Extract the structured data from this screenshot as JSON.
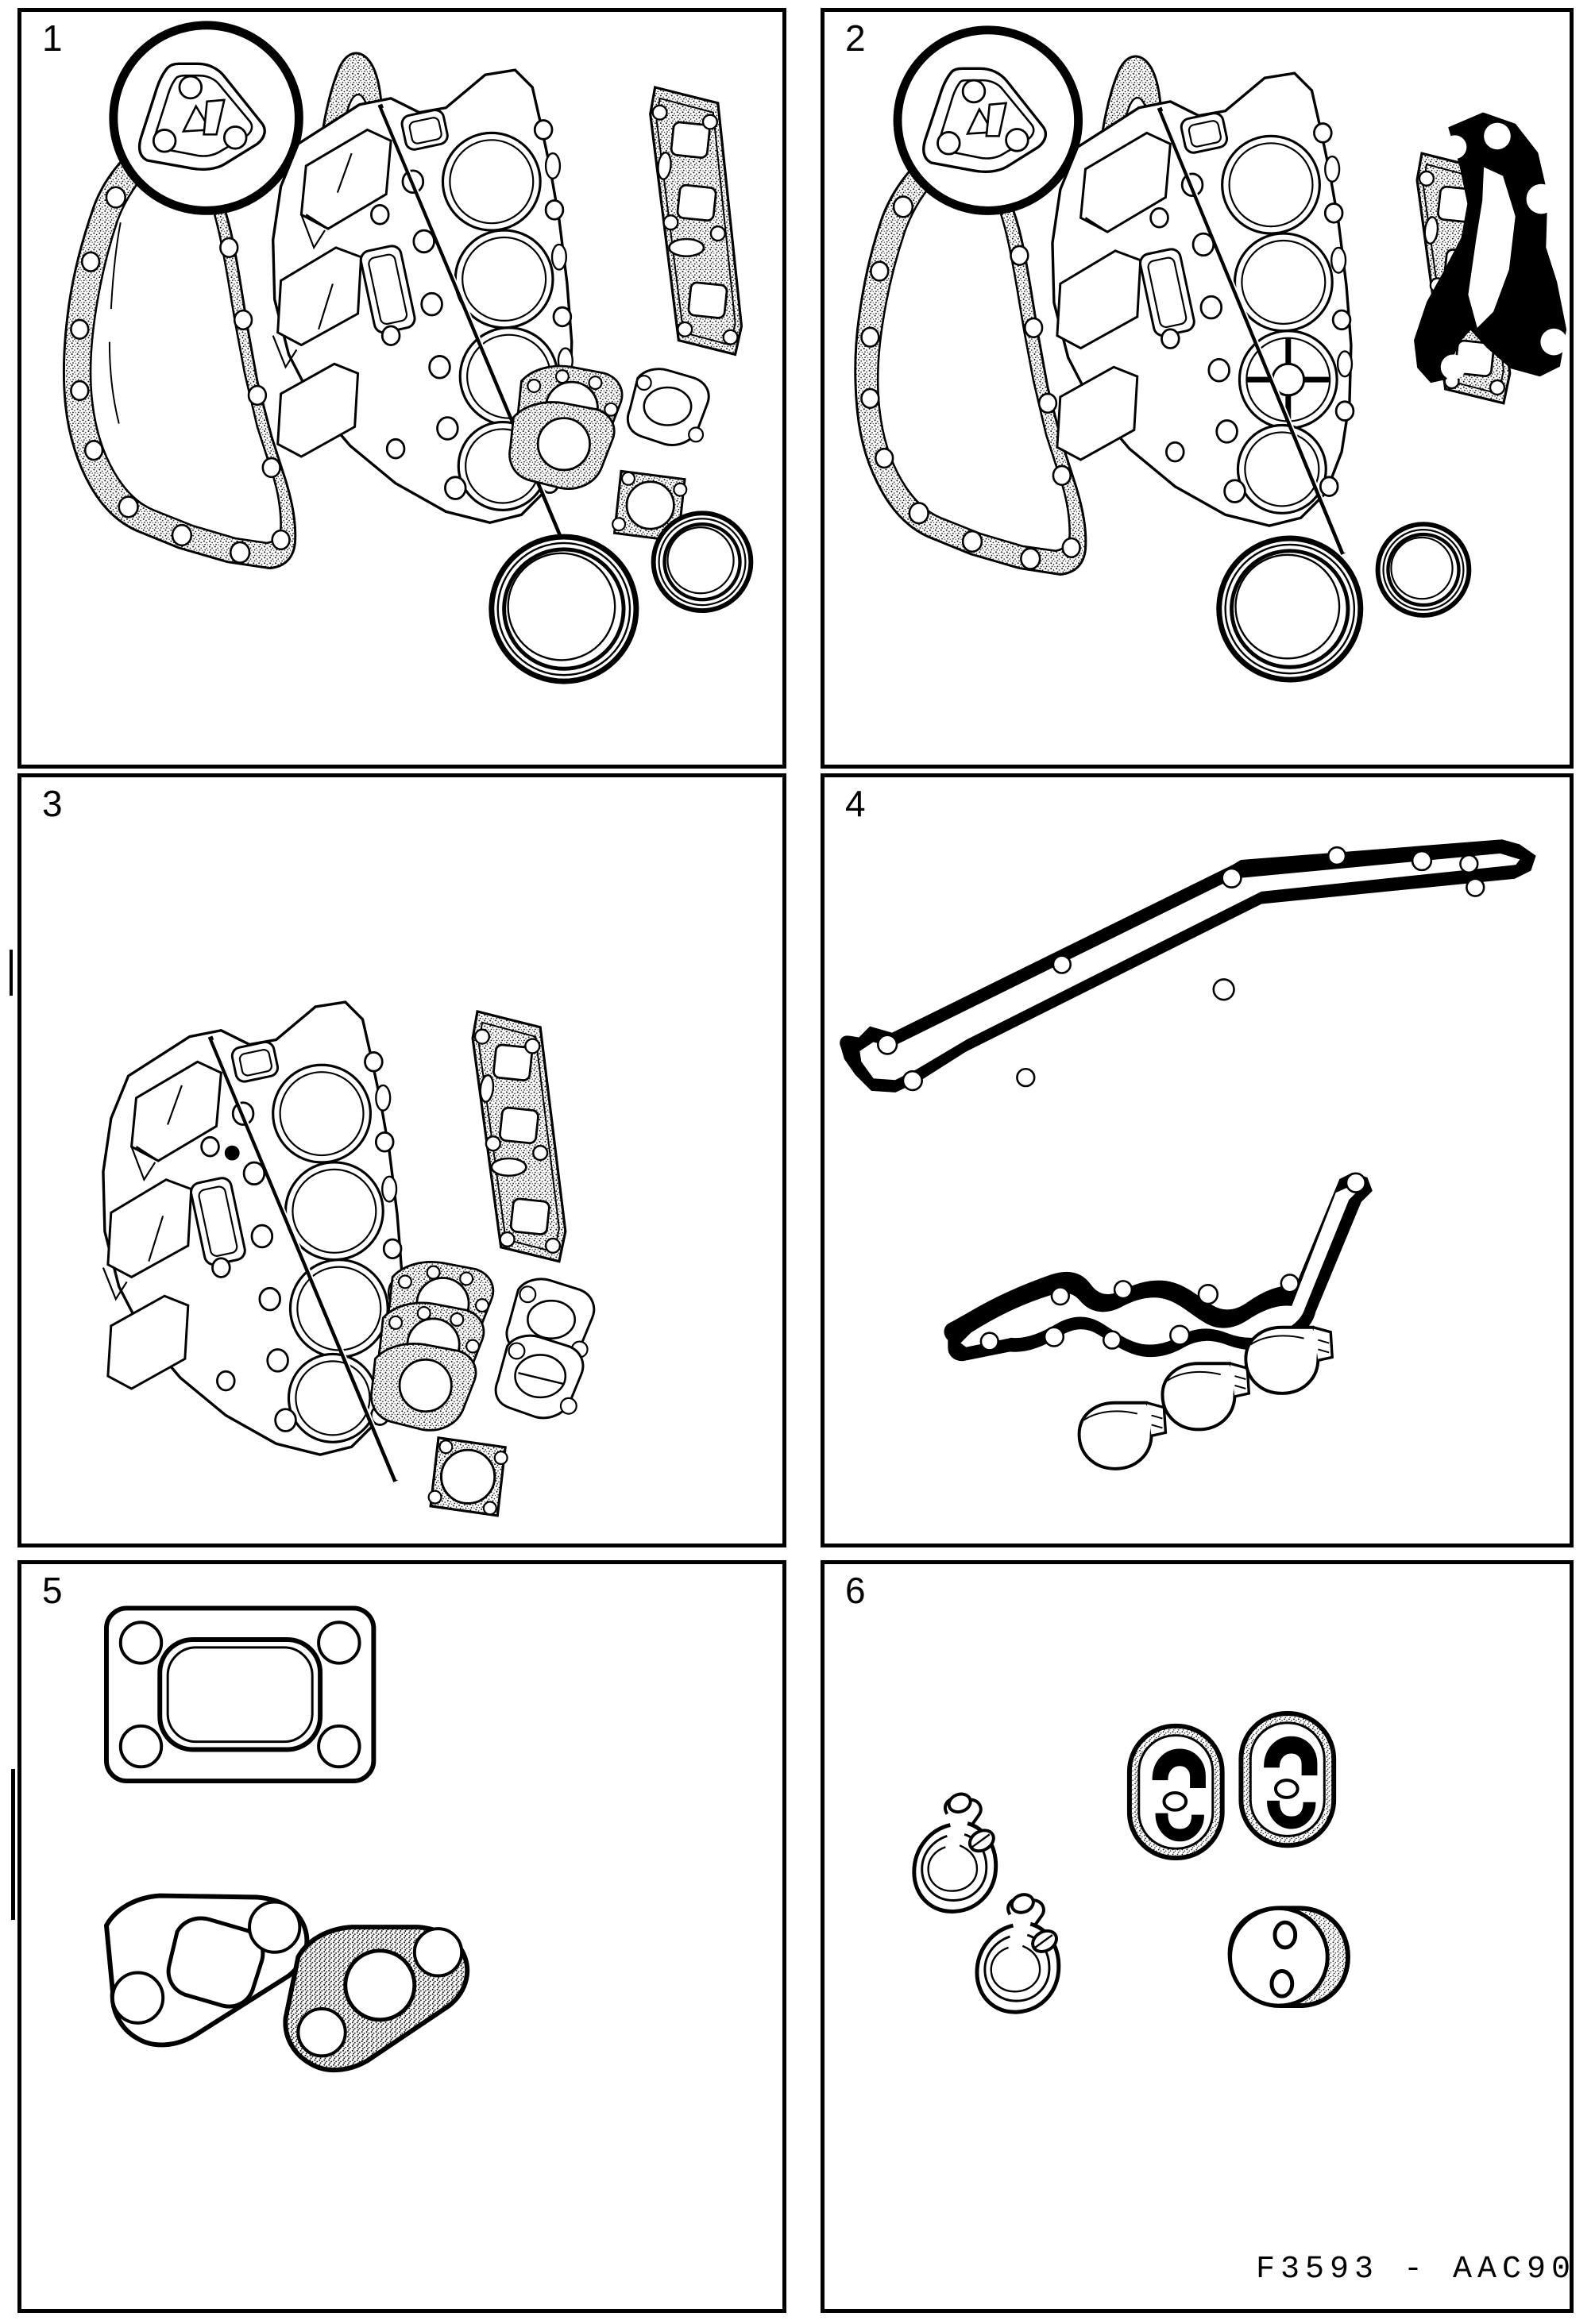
{
  "document": {
    "type": "technical-parts-illustration",
    "subject": "Engine gasket and seal set — exploded parts plates",
    "caption": "F3593 - AAC90",
    "background_color": "#ffffff",
    "line_color": "#000000"
  },
  "panels": [
    {
      "number": "1",
      "name": "full-gasket-set-with-detail-callout",
      "parts": [
        "timing-cover-gasket-stippled",
        "detail-circle-triangular-bracket-gasket",
        "cylinder-head-gasket",
        "intake-exhaust-manifold-gasket-stippled",
        "thermostat-housing-gasket",
        "small-flange-gasket",
        "crankshaft-front-oil-seal",
        "crankshaft-rear-oil-seal"
      ],
      "has_detail_circle": true
    },
    {
      "number": "2",
      "name": "full-gasket-set-with-black-timing-cover",
      "parts": [
        "timing-cover-gasket-stippled",
        "detail-circle-triangular-bracket-gasket",
        "cylinder-head-gasket",
        "intake-exhaust-manifold-gasket-stippled",
        "timing-cover-gasket-solid-black",
        "crankshaft-front-oil-seal",
        "crankshaft-rear-oil-seal"
      ],
      "has_detail_circle": true
    },
    {
      "number": "3",
      "name": "head-gasket-set",
      "parts": [
        "cylinder-head-gasket",
        "intake-exhaust-manifold-gasket-stippled",
        "scalloped-ring-gaskets",
        "oval-flange-gasket",
        "square-flange-gasket-stippled"
      ],
      "has_detail_circle": false
    },
    {
      "number": "4",
      "name": "rocker-cover-gasket-set",
      "parts": [
        "rocker-cover-gasket-upper",
        "rocker-cover-gasket-lower",
        "half-moon-seal-plug-1",
        "half-moon-seal-plug-2",
        "half-moon-seal-plug-3"
      ],
      "has_detail_circle": false
    },
    {
      "number": "5",
      "name": "turbocharger-gasket-set",
      "parts": [
        "turbo-mounting-flange-gasket",
        "oil-drain-flange-gasket-plain",
        "oil-feed-flange-gasket-stippled"
      ],
      "has_detail_circle": false
    },
    {
      "number": "6",
      "name": "seals-and-clamps-set",
      "parts": [
        "hose-clamp-1",
        "hose-clamp-2",
        "oval-grommet-seal-1",
        "oval-grommet-seal-2",
        "round-disc-plug-two-hole"
      ],
      "has_detail_circle": false
    }
  ],
  "footer": {
    "caption": "F3593 - AAC90"
  }
}
